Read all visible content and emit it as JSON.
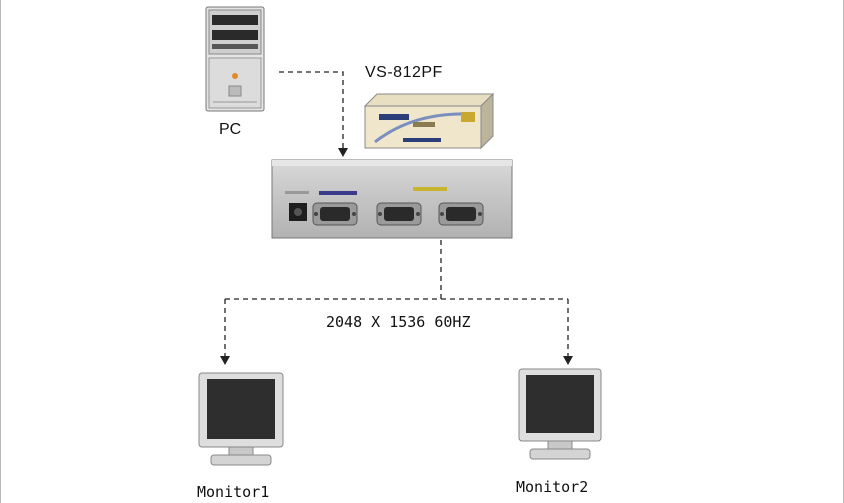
{
  "diagram": {
    "pc_label": "PC",
    "product_model": "VS-812PF",
    "resolution": "2048 X 1536 60HZ",
    "monitors": [
      {
        "label": "Monitor1"
      },
      {
        "label": "Monitor2"
      }
    ],
    "colors": {
      "connector_line": "#222222",
      "device_body": "#d4d4d4",
      "screen": "#2e2e2e"
    }
  }
}
